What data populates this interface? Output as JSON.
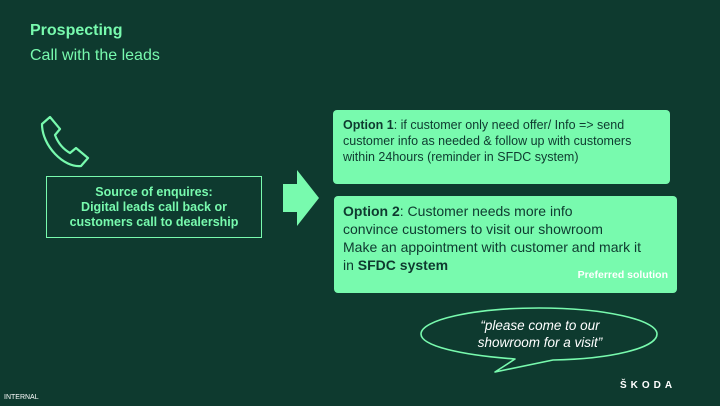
{
  "header": {
    "title": "Prospecting",
    "subtitle": "Call with the leads"
  },
  "icons": {
    "phone": "phone-icon",
    "arrow": "right-arrow-icon"
  },
  "source": {
    "line1": "Source of enquires:",
    "line2": "Digital leads call back or",
    "line3": "customers call to dealership"
  },
  "option1": {
    "label": "Option 1",
    "text1": ": if customer only need offer/ Info => send",
    "text2": "customer info as needed & follow up with customers",
    "text3": "within 24hours (reminder in SFDC system)"
  },
  "option2": {
    "label": "Option 2",
    "text1": ": Customer needs more info",
    "text2": "convince customers to visit our showroom",
    "text3": "Make an appointment with customer and mark it",
    "text4": "in ",
    "text4_bold": "SFDC system",
    "preferred": "Preferred solution"
  },
  "bubble": {
    "line1": "“please come to our",
    "line2": "showroom for a visit”"
  },
  "footer": {
    "classification": "INTERNAL",
    "brand": "ŠKODA"
  },
  "colors": {
    "background": "#0e3a2f",
    "accent": "#78faae",
    "text_dark": "#0e3a2f",
    "text_light": "#ffffff"
  }
}
